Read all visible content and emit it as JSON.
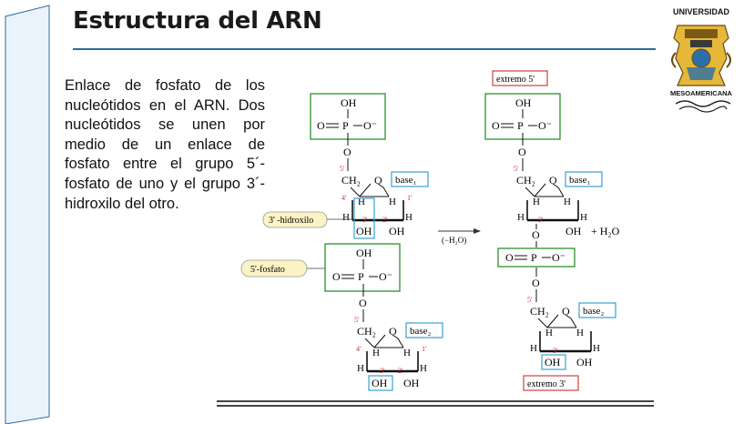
{
  "slide": {
    "title": "Estructura del ARN",
    "body": "Enlace de fosfato de los nucleótidos en el ARN. Dos nucleótidos se unen por medio de un enlace de fosfato entre el grupo 5´-fosfato de uno y el grupo 3´-hidroxilo del otro."
  },
  "logo": {
    "top_text": "UNIVERSIDAD",
    "bottom_text": "MESOAMERICANA"
  },
  "diagram": {
    "extremo5": "extremo 5'",
    "extremo3": "extremo 3'",
    "hidroxilo_label": "3' -hidroxilo",
    "fosfato_label": "5'-fosfato",
    "reaction": "(−H₂O)",
    "plus_water": "+ H₂O",
    "oh": "OH",
    "o": "O",
    "p": "P",
    "h": "H",
    "ch2": "CH₂",
    "o_minus": "O⁻",
    "o_eq": "O",
    "base1": "base₁",
    "base2": "base₂",
    "p5": "5'",
    "p4": "4'",
    "p3": "3'",
    "p2": "2'",
    "p1": "1'"
  },
  "colors": {
    "accent_blue": "#2d6a9f",
    "green_box": "#3a9a3a",
    "cyan_box": "#3aa0d0",
    "red_box": "#d04040",
    "label_bg": "#fbf3c4"
  }
}
